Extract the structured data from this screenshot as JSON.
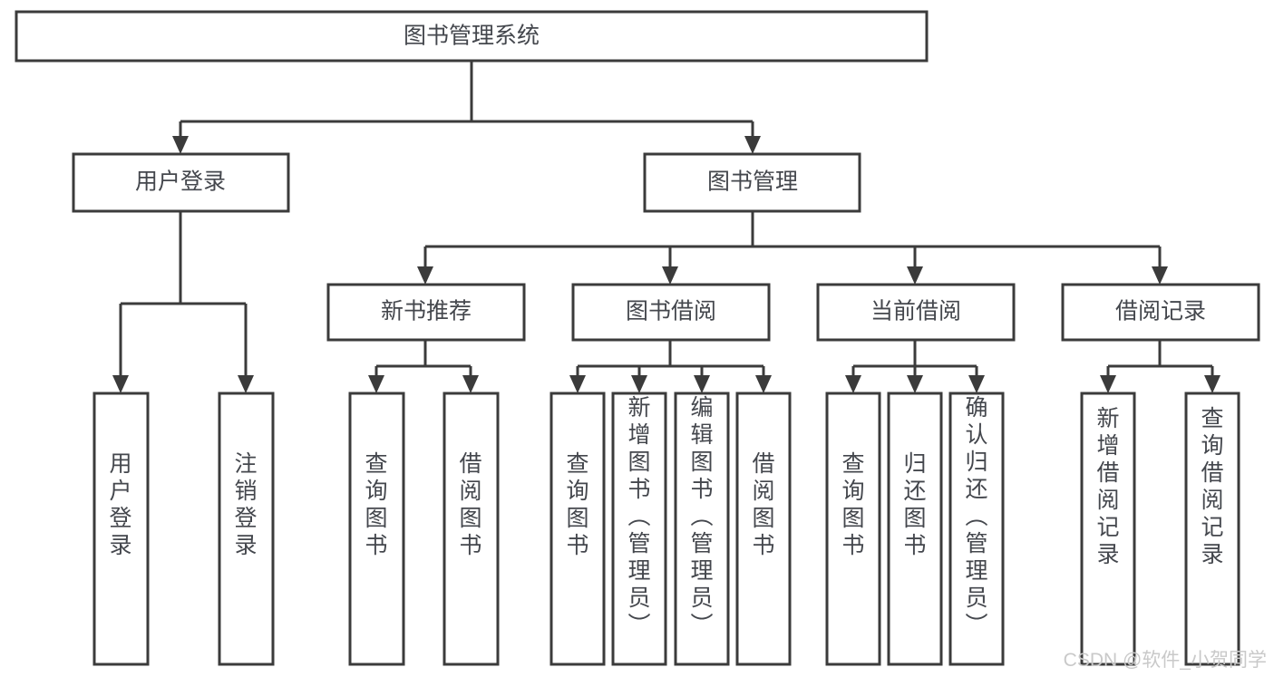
{
  "diagram": {
    "title": "图书管理系统",
    "type": "tree",
    "orientation": "top-down",
    "colors": {
      "box_stroke": "#3b3b3b",
      "box_fill": "#ffffff",
      "text": "#44474d",
      "connector": "#3b3b3b",
      "watermark": "#c9c9c9",
      "background": "#ffffff"
    },
    "root": {
      "label": "图书管理系统"
    },
    "level2": [
      {
        "label": "用户登录"
      },
      {
        "label": "图书管理"
      }
    ],
    "level3": [
      {
        "label": "新书推荐"
      },
      {
        "label": "图书借阅"
      },
      {
        "label": "当前借阅"
      },
      {
        "label": "借阅记录"
      }
    ],
    "leaves": {
      "user_login": [
        {
          "label": "用户登录"
        },
        {
          "label": "注销登录"
        }
      ],
      "new_book": [
        {
          "label": "查询图书"
        },
        {
          "label": "借阅图书"
        }
      ],
      "book_borrow": [
        {
          "label": "查询图书"
        },
        {
          "label": "新增图书（管理员）"
        },
        {
          "label": "编辑图书（管理员）"
        },
        {
          "label": "借阅图书"
        }
      ],
      "current_borrow": [
        {
          "label": "查询图书"
        },
        {
          "label": "归还图书"
        },
        {
          "label": "确认归还（管理员）"
        }
      ],
      "borrow_record": [
        {
          "label": "新增借阅记录"
        },
        {
          "label": "查询借阅记录"
        }
      ]
    },
    "watermark": "CSDN @软件_小贺同学"
  }
}
